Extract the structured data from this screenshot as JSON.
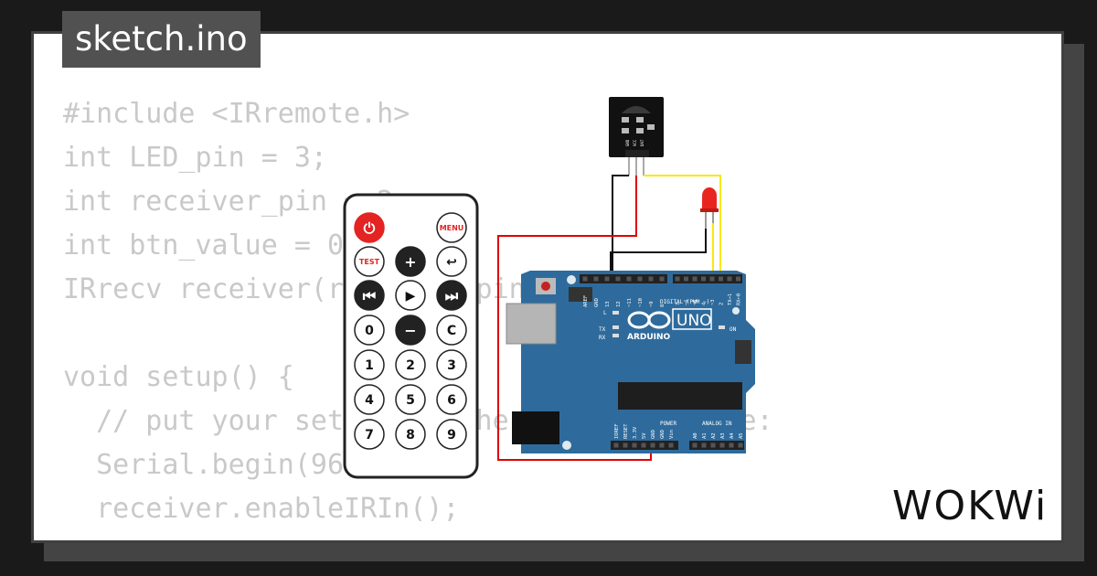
{
  "page": {
    "file_title": "sketch.ino"
  },
  "code_lines": [
    "#include <IRremote.h>",
    "int LED_pin = 3;",
    "int receiver_pin = 2;",
    "int btn_value = 0;",
    "IRrecv receiver(receiver_pin);",
    "",
    "void setup() {",
    "  // put your setup code here, to run once:",
    "  Serial.begin(9600);",
    "  receiver.enableIRIn();"
  ],
  "brand": {
    "logo_text": "WOKWi"
  },
  "remote": {
    "buttons": [
      {
        "id": "power",
        "label": "⏻",
        "style": "red"
      },
      {
        "id": "menu",
        "label": "MENU",
        "style": "red-text"
      },
      {
        "id": "test",
        "label": "TEST",
        "style": "red-text"
      },
      {
        "id": "plus",
        "label": "+",
        "style": "dark"
      },
      {
        "id": "back",
        "label": "↩",
        "style": "white"
      },
      {
        "id": "prev",
        "label": "⏮",
        "style": "dark"
      },
      {
        "id": "play",
        "label": "▶",
        "style": "white"
      },
      {
        "id": "next",
        "label": "⏭",
        "style": "dark"
      },
      {
        "id": "0",
        "label": "0",
        "style": "white"
      },
      {
        "id": "minus",
        "label": "−",
        "style": "dark"
      },
      {
        "id": "c",
        "label": "C",
        "style": "white"
      },
      {
        "id": "1",
        "label": "1",
        "style": "white"
      },
      {
        "id": "2",
        "label": "2",
        "style": "white"
      },
      {
        "id": "3",
        "label": "3",
        "style": "white"
      },
      {
        "id": "4",
        "label": "4",
        "style": "white"
      },
      {
        "id": "5",
        "label": "5",
        "style": "white"
      },
      {
        "id": "6",
        "label": "6",
        "style": "white"
      },
      {
        "id": "7",
        "label": "7",
        "style": "white"
      },
      {
        "id": "8",
        "label": "8",
        "style": "white"
      },
      {
        "id": "9",
        "label": "9",
        "style": "white"
      }
    ]
  },
  "board": {
    "name": "UNO",
    "brand": "ARDUINO",
    "digital_label": "DIGITAL (PWM ~)",
    "power_label": "POWER",
    "analog_label": "ANALOG IN",
    "on_label": "ON",
    "l_label": "L",
    "tx_label": "TX",
    "rx_label": "RX",
    "top_pins_left": [
      "AREF",
      "GND",
      "13",
      "12",
      "~11",
      "~10",
      "~9",
      "8"
    ],
    "top_pins_right": [
      "7",
      "~6",
      "~5",
      "4",
      "~3",
      "2",
      "TX→1",
      "RX←0"
    ],
    "power_pins": [
      "IOREF",
      "RESET",
      "3.3V",
      "5V",
      "GND",
      "GND",
      "Vin"
    ],
    "analog_pins": [
      "A0",
      "A1",
      "A2",
      "A3",
      "A4",
      "A5"
    ]
  },
  "ir_receiver": {
    "pin_labels": [
      "GND",
      "VCC",
      "DAT"
    ]
  },
  "colors": {
    "board_blue": "#2e6b9c",
    "wire_red": "#e00000",
    "wire_black": "#111111",
    "wire_yellow": "#f7e90a",
    "led_red": "#e8261f",
    "code_gray": "#c9c9c9"
  }
}
